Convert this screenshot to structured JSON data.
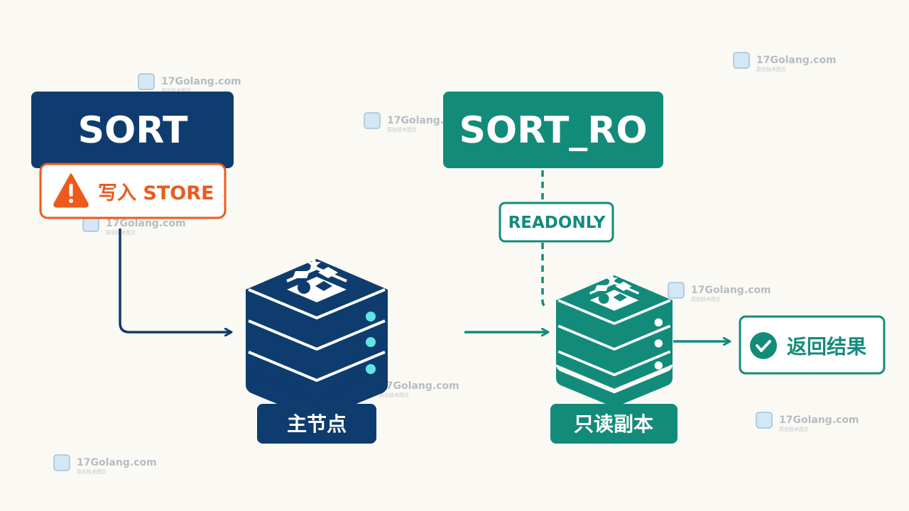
{
  "colors": {
    "background": "#fbf9f3",
    "primary_navy": "#0f3c6e",
    "accent_teal": "#138b7b",
    "warning_orange": "#ec5a1c",
    "led_cyan": "#5ee6e0",
    "watermark": "#b6bcc4"
  },
  "left": {
    "command": "SORT",
    "warning_icon": "warning-triangle-icon",
    "warning_label": "写入 STORE",
    "node_icon": "database-stack-icon",
    "node_label": "主节点"
  },
  "right": {
    "command": "SORT_RO",
    "mode_label": "READONLY",
    "node_icon": "database-stack-icon",
    "node_label": "只读副本",
    "result_icon": "check-circle-icon",
    "result_label": "返回结果"
  },
  "watermark": {
    "text": "17Golang.com",
    "subtext": "原创技术图文",
    "icon": "golang-logo-icon"
  }
}
